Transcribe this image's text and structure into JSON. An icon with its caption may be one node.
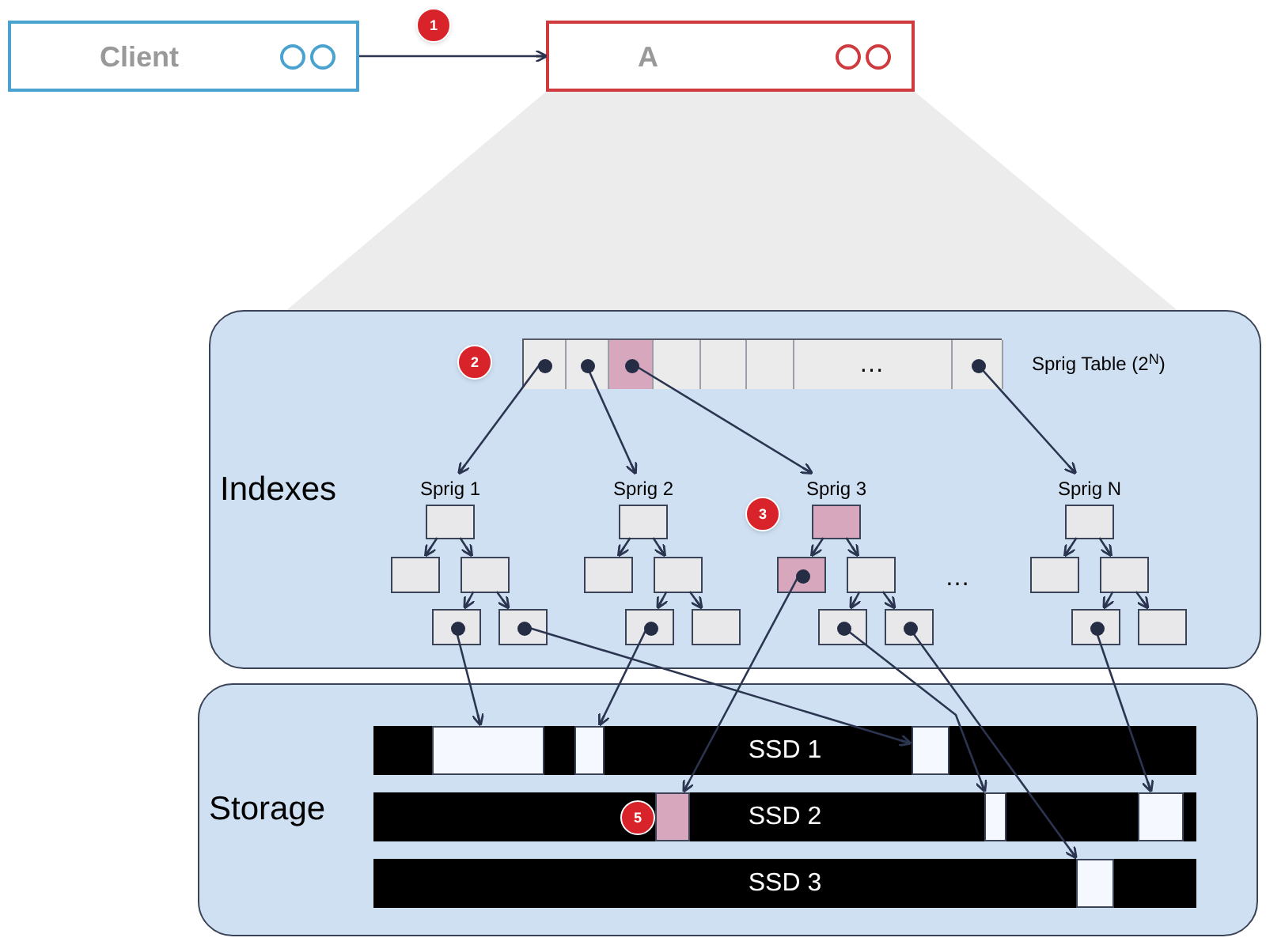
{
  "diagram": {
    "nodes": [
      {
        "text": [
          "Client"
        ]
      },
      {
        "text": [
          "A"
        ]
      },
      {
        "text": [
          "1"
        ]
      },
      {
        "text": [
          "Indexes"
        ]
      },
      {
        "text": [
          "2"
        ],
        "in": 3
      },
      {
        "text": [],
        "shape": "box",
        "in": 3,
        "beside": [
          "Sprig Table (2$^{N}$)"
        ]
      },
      {
        "text": [],
        "shape": "box",
        "in": 5
      },
      {
        "text": [],
        "shape": "box",
        "in": 5
      },
      {
        "text": [],
        "shape": "box",
        "in": 5
      },
      {
        "text": [],
        "shape": "box",
        "in": 5
      },
      {
        "text": [],
        "shape": "box",
        "in": 5
      },
      {
        "text": [],
        "shape": "box",
        "in": 5
      },
      {
        "text": [
          "…"
        ],
        "in": 5
      },
      {
        "text": [],
        "shape": "box",
        "in": 5
      },
      {
        "text": [
          "3"
        ],
        "in": 3
      },
      {
        "text": [
          "Sprig 1"
        ],
        "in": 3
      },
      {
        "text": [],
        "shape": "box",
        "in": 3
      },
      {
        "text": [],
        "shape": "box",
        "in": 3
      },
      {
        "text": [],
        "shape": "box",
        "in": 3
      },
      {
        "text": [],
        "shape": "box",
        "in": 3
      },
      {
        "text": [],
        "shape": "box",
        "in": 3
      },
      {
        "text": [
          "Sprig 2"
        ],
        "in": 3
      },
      {
        "text": [],
        "shape": "box",
        "in": 3
      },
      {
        "text": [],
        "shape": "box",
        "in": 3
      },
      {
        "text": [],
        "shape": "box",
        "in": 3
      },
      {
        "text": [],
        "shape": "box",
        "in": 3
      },
      {
        "text": [],
        "shape": "box",
        "in": 3
      },
      {
        "text": [
          "Sprig 3"
        ],
        "in": 3
      },
      {
        "text": [],
        "shape": "box",
        "in": 3
      },
      {
        "text": [],
        "shape": "box",
        "in": 3
      },
      {
        "text": [],
        "shape": "box",
        "in": 3
      },
      {
        "text": [],
        "shape": "box",
        "in": 3
      },
      {
        "text": [],
        "shape": "box",
        "in": 3
      },
      {
        "text": [
          "Sprig N"
        ],
        "in": 3
      },
      {
        "text": [],
        "shape": "box",
        "in": 3
      },
      {
        "text": [],
        "shape": "box",
        "in": 3
      },
      {
        "text": [],
        "shape": "box",
        "in": 3
      },
      {
        "text": [],
        "shape": "box",
        "in": 3
      },
      {
        "text": [],
        "shape": "box",
        "in": 3
      },
      {
        "text": [
          "Storage"
        ]
      },
      {
        "text": [
          "SSD 1"
        ],
        "in": 39
      },
      {
        "text": [],
        "shape": "box",
        "in": 40
      },
      {
        "text": [],
        "shape": "box",
        "in": 40
      },
      {
        "text": [],
        "shape": "box",
        "in": 40
      },
      {
        "text": [
          "SSD 2"
        ],
        "in": 39
      },
      {
        "text": [],
        "shape": "box",
        "in": 44
      },
      {
        "text": [],
        "shape": "box",
        "in": 44
      },
      {
        "text": [],
        "shape": "box",
        "in": 44
      },
      {
        "text": [
          "5"
        ],
        "in": 44
      },
      {
        "text": [
          "SSD 3"
        ],
        "in": 39
      },
      {
        "text": [],
        "shape": "box",
        "in": 49
      }
    ],
    "edges": [
      {
        "from": 0,
        "to": 1,
        "arrow": "to"
      },
      {
        "from": 6,
        "to": 15,
        "arrow": "to"
      },
      {
        "from": 7,
        "to": 21,
        "arrow": "to"
      },
      {
        "from": 8,
        "to": 27,
        "arrow": "to"
      },
      {
        "from": 13,
        "to": 33,
        "arrow": "to"
      },
      {
        "from": 16,
        "to": 17,
        "arrow": "to"
      },
      {
        "from": 16,
        "to": 18,
        "arrow": "to"
      },
      {
        "from": 18,
        "to": 19,
        "arrow": "to"
      },
      {
        "from": 18,
        "to": 20,
        "arrow": "to"
      },
      {
        "from": 22,
        "to": 23,
        "arrow": "to"
      },
      {
        "from": 22,
        "to": 24,
        "arrow": "to"
      },
      {
        "from": 24,
        "to": 25,
        "arrow": "to"
      },
      {
        "from": 24,
        "to": 26,
        "arrow": "to"
      },
      {
        "from": 28,
        "to": 29,
        "arrow": "to"
      },
      {
        "from": 28,
        "to": 30,
        "arrow": "to"
      },
      {
        "from": 30,
        "to": 31,
        "arrow": "to"
      },
      {
        "from": 30,
        "to": 32,
        "arrow": "to"
      },
      {
        "from": 34,
        "to": 35,
        "arrow": "to"
      },
      {
        "from": 34,
        "to": 36,
        "arrow": "to"
      },
      {
        "from": 36,
        "to": 37,
        "arrow": "to"
      },
      {
        "from": 36,
        "to": 38,
        "arrow": "to"
      },
      {
        "from": 19,
        "to": 41,
        "arrow": "to"
      },
      {
        "from": 20,
        "to": 43,
        "arrow": "to"
      },
      {
        "from": 25,
        "to": 42,
        "arrow": "to"
      },
      {
        "from": 29,
        "to": 45,
        "arrow": "to"
      },
      {
        "from": 31,
        "to": 46,
        "arrow": "to"
      },
      {
        "from": 32,
        "to": 50,
        "arrow": "to"
      },
      {
        "from": 37,
        "to": 47,
        "arrow": "to"
      }
    ],
    "labels": [
      "…"
    ]
  }
}
